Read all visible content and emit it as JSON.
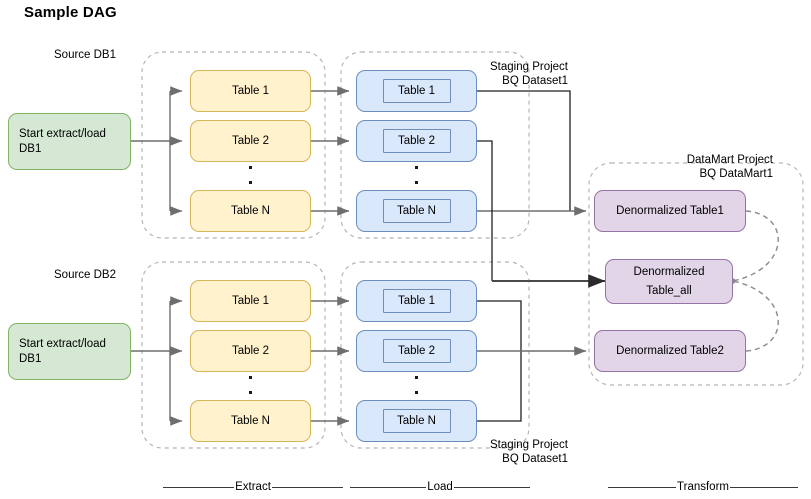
{
  "title": "Sample DAG",
  "groups": [
    {
      "name": "source-db1",
      "label": "Source DB1"
    },
    {
      "name": "source-db2",
      "label": "Source DB2"
    },
    {
      "name": "staging-top",
      "label": "Staging Project\nBQ Dataset1"
    },
    {
      "name": "staging-bottom",
      "label": "Staging Project\nBQ Dataset1"
    },
    {
      "name": "datamart",
      "label": "DataMart Project\nBQ DataMart1"
    }
  ],
  "start_nodes": [
    {
      "name": "start-extract-load-db1-top",
      "label": "Start extract/load DB1"
    },
    {
      "name": "start-extract-load-db1-bottom",
      "label": "Start extract/load DB1"
    }
  ],
  "extract_top": [
    {
      "label": "Table 1"
    },
    {
      "label": "Table 2"
    },
    {
      "label": "Table N"
    }
  ],
  "extract_bottom": [
    {
      "label": "Table 1"
    },
    {
      "label": "Table 2"
    },
    {
      "label": "Table N"
    }
  ],
  "load_top": [
    {
      "label": "Table 1"
    },
    {
      "label": "Table 2"
    },
    {
      "label": "Table N"
    }
  ],
  "load_bottom": [
    {
      "label": "Table 1"
    },
    {
      "label": "Table 2"
    },
    {
      "label": "Table N"
    }
  ],
  "transform": [
    {
      "name": "denormalized-table1",
      "label": "Denormalized Table1"
    },
    {
      "name": "denormalized-table-all",
      "line1": "Denormalized",
      "line2": "Table_all"
    },
    {
      "name": "denormalized-table2",
      "label": "Denormalized Table2"
    }
  ],
  "phases": [
    {
      "name": "phase-extract",
      "label": "Extract"
    },
    {
      "name": "phase-load",
      "label": "Load"
    },
    {
      "name": "phase-transform",
      "label": "Transform"
    }
  ],
  "colors": {
    "green_fill": "#d5e8d4",
    "green_stroke": "#82b366",
    "yellow_fill": "#fff2cc",
    "yellow_stroke": "#d6b656",
    "blue_fill": "#dae8fc",
    "blue_stroke": "#6c8ebf",
    "purple_fill": "#e1d5e7",
    "purple_stroke": "#9673a6",
    "edge": "#6e6e6e",
    "edge_dark": "#1f1f1f",
    "group_dash": "#b5b5b5"
  }
}
